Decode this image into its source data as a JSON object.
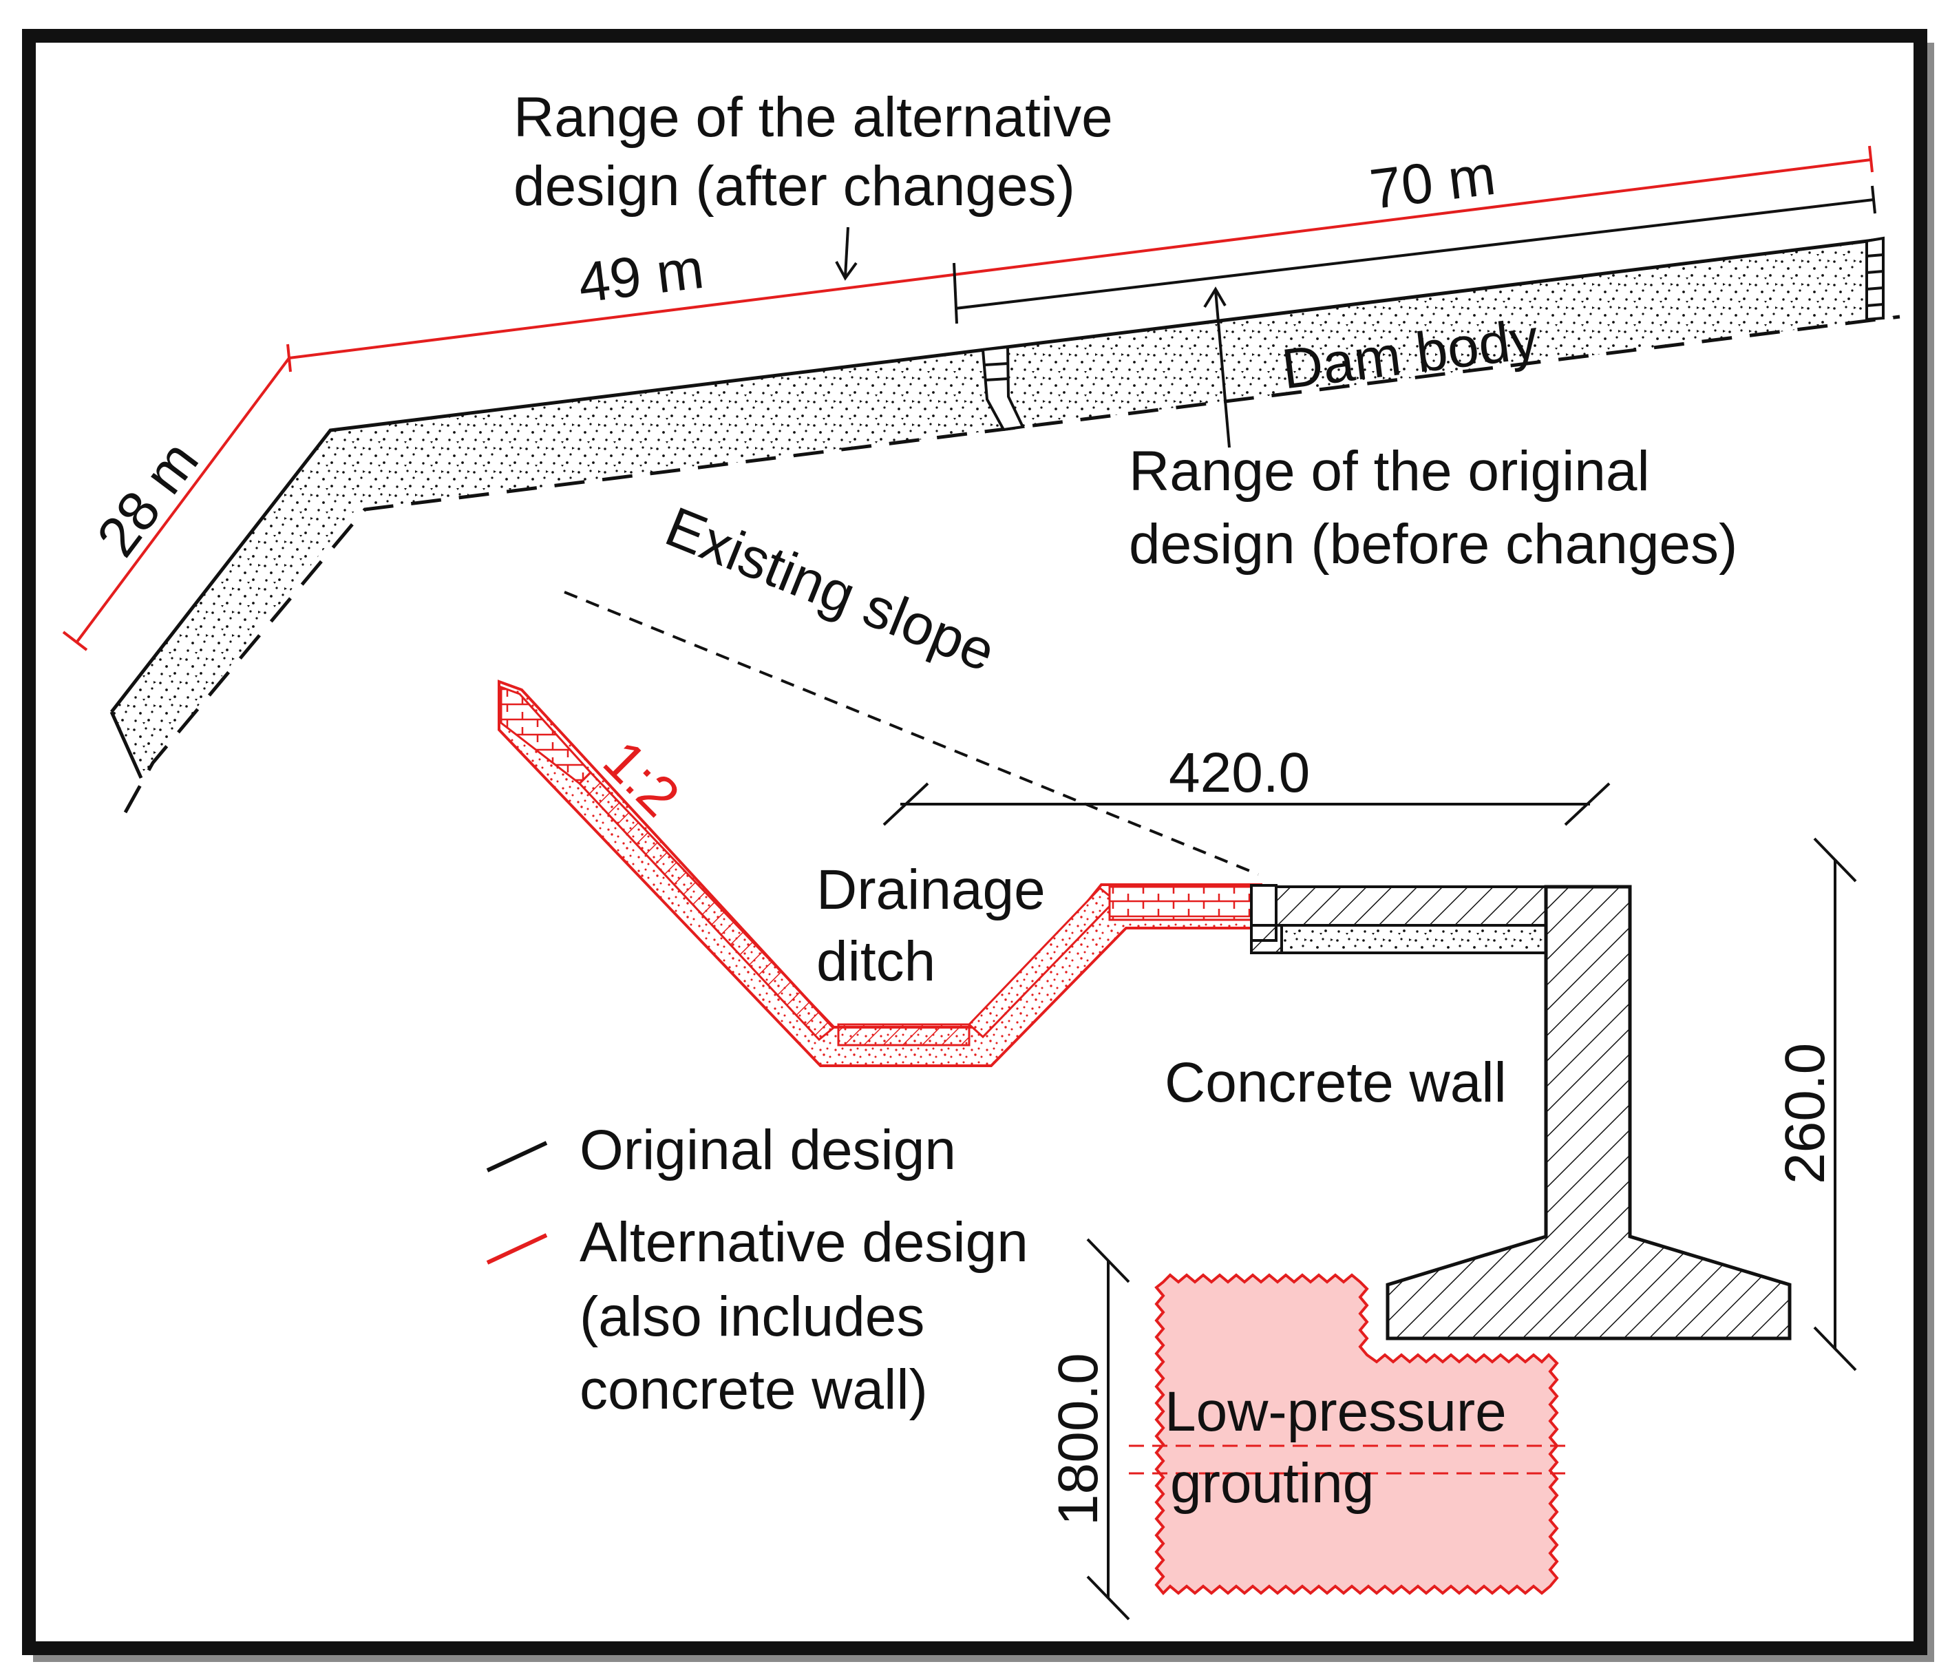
{
  "labels": {
    "range_alt_line1": "Range of the alternative",
    "range_alt_line2": "design (after changes)",
    "dim_70": "70 m",
    "dim_49": "49 m",
    "dim_28": "28 m",
    "dam_body": "Dam body",
    "range_orig_line1": "Range of the original",
    "range_orig_line2": "design (before changes)",
    "existing_slope": "Existing slope",
    "slope_ratio": "1:2",
    "dim_420": "420.0",
    "drainage_line1": "Drainage",
    "drainage_line2": "ditch",
    "concrete_wall": "Concrete wall",
    "dim_260": "260.0",
    "dim_1800": "1800.0",
    "grouting_line1": "Low-pressure",
    "grouting_line2": "grouting"
  },
  "legend": {
    "original": "Original design",
    "alternative_line1": "Alternative design",
    "alternative_line2": "(also includes",
    "alternative_line3": "concrete wall)"
  },
  "colors": {
    "original": "#111111",
    "alternative": "#e41e1e",
    "grouting_fill": "#fbcaca",
    "frame": "#111111"
  }
}
